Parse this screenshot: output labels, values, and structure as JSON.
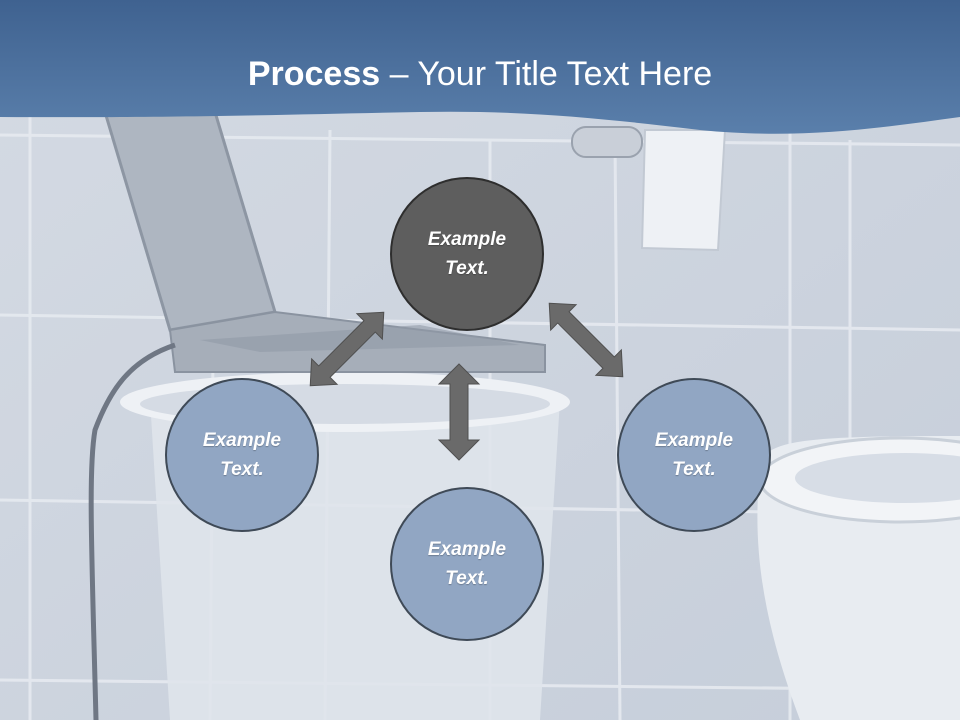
{
  "title": {
    "bold": "Process",
    "dash": " – ",
    "rest": "Your Title Text Here"
  },
  "nodes": {
    "top": "Example\nText.",
    "left": "Example\nText.",
    "right": "Example\nText.",
    "bottom": "Example\nText."
  },
  "colors": {
    "header": "#4c6f9a",
    "center_node": "#5e5e5e",
    "outer_node": "#91a6c3",
    "arrow": "#6a6a6a"
  }
}
